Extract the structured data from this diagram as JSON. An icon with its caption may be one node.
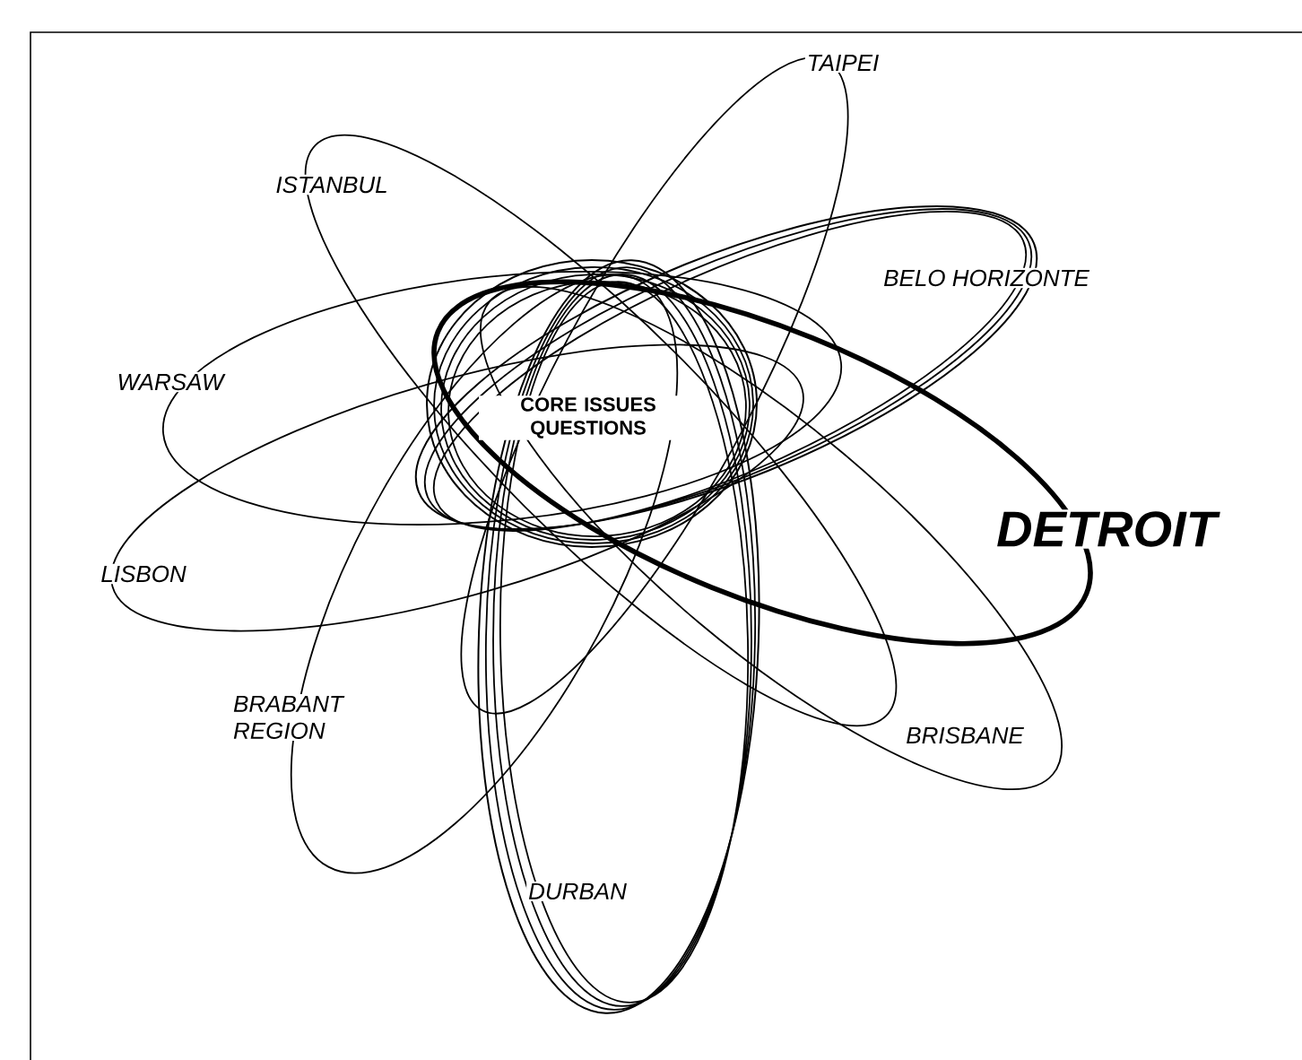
{
  "diagram": {
    "nodes": [
      {
        "text": [
          "TAIPEI"
        ]
      },
      {
        "text": [
          "ISTANBUL"
        ]
      },
      {
        "text": [
          "BELO HORIZONTE"
        ]
      },
      {
        "text": [
          "WARSAW"
        ]
      },
      {
        "text": [
          "CORE ISSUES QUESTIONS"
        ]
      },
      {
        "text": [
          "DETROIT"
        ]
      },
      {
        "text": [
          "LISBON"
        ]
      },
      {
        "text": [
          "BRABANT REGION"
        ]
      },
      {
        "text": [
          "BRISBANE"
        ]
      },
      {
        "text": [
          "DURBAN"
        ]
      }
    ]
  }
}
